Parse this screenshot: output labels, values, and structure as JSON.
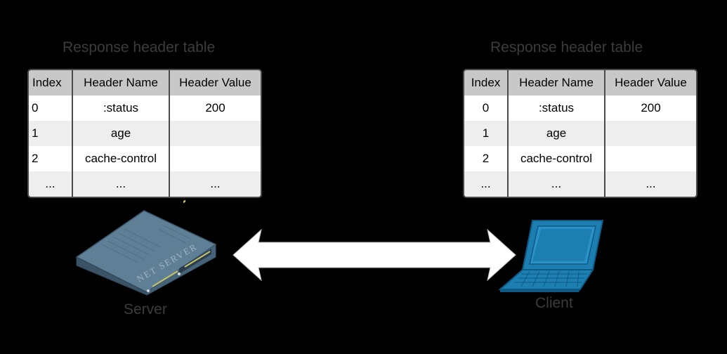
{
  "left_table": {
    "title": "Response header table",
    "columns": [
      "Index",
      "Header Name",
      "Header Value"
    ],
    "rows": [
      [
        "0",
        ":status",
        "200"
      ],
      [
        "1",
        "age",
        ""
      ],
      [
        "2",
        "cache-control",
        ""
      ],
      [
        "...",
        "...",
        "..."
      ]
    ]
  },
  "right_table": {
    "title": "Response header table",
    "columns": [
      "Index",
      "Header Name",
      "Header Value"
    ],
    "rows": [
      [
        "0",
        ":status",
        "200"
      ],
      [
        "1",
        "age",
        ""
      ],
      [
        "2",
        "cache-control",
        ""
      ],
      [
        "...",
        "...",
        "..."
      ]
    ]
  },
  "server": {
    "label": "Server",
    "device_text": "NET SERVER",
    "icon": "server-icon",
    "color": "#5f7f96"
  },
  "client": {
    "label": "Client",
    "icon": "laptop-icon",
    "color": "#1d7fb1"
  },
  "connection": {
    "icon": "double-arrow-icon",
    "color": "#ffffff"
  }
}
